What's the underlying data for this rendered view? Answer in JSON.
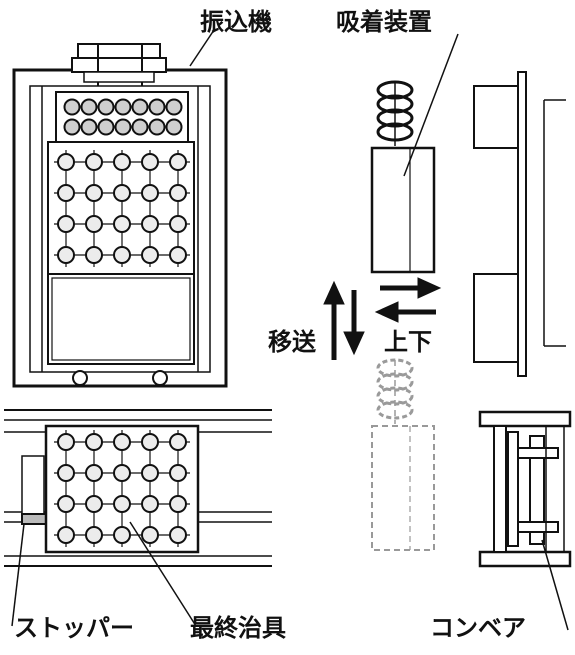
{
  "labels": {
    "inserter": "振込機",
    "suction_device": "吸着装置",
    "transfer": "移送",
    "up_down": "上下",
    "stopper": "ストッパー",
    "final_jig": "最終治具",
    "conveyor": "コンベア"
  },
  "colors": {
    "line": "#111111",
    "gray": "#9a9a9a",
    "fill_light": "#ececec",
    "fill_mid": "#cfcfcf",
    "background": "#ffffff"
  },
  "grid": {
    "rows": 4,
    "cols": 5
  },
  "bulb_rows": 2,
  "bulb_cols": 7
}
